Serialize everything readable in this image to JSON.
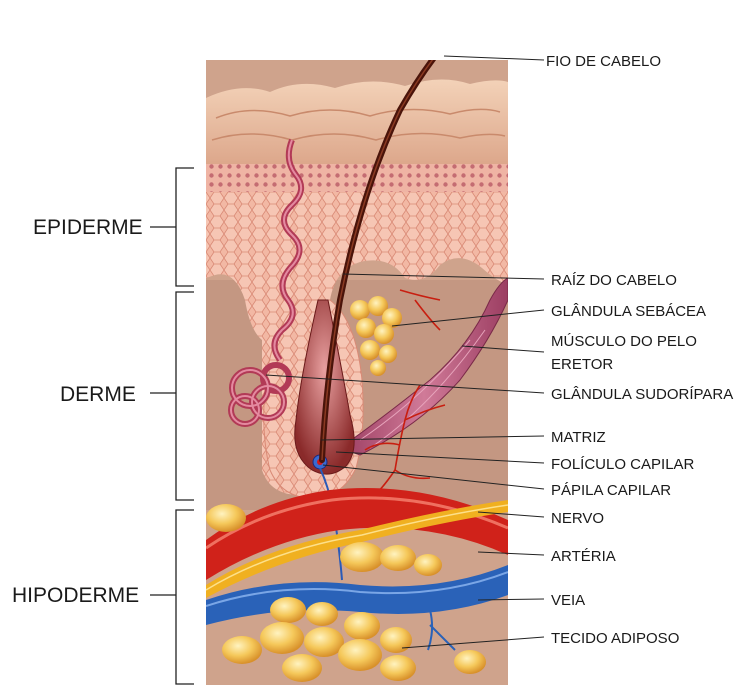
{
  "layers": {
    "epiderme": "EPIDERME",
    "derme": "DERME",
    "hipoderme": "HIPODERME"
  },
  "labels": {
    "fio_de_cabelo": "FIO DE CABELO",
    "raiz_do_cabelo": "RAÍZ DO CABELO",
    "glandula_sebacea": "GLÂNDULA SEBÁCEA",
    "musculo_line1": "MÚSCULO DO PELO",
    "musculo_line2": "ERETOR",
    "glandula_sudoripara": "GLÂNDULA SUDORÍPARA",
    "matriz": "MATRIZ",
    "foliculo_capilar": "FOLÍCULO CAPILAR",
    "papila_capilar": "PÁPILA CAPILAR",
    "nervo": "NERVO",
    "arteria": "ARTÉRIA",
    "veia": "VEIA",
    "tecido_adiposo": "TECIDO ADIPOSO"
  },
  "colors": {
    "surface": "#e9b99a",
    "epidermis_cells": "#f2b8a4",
    "dermis": "#c89a85",
    "hypodermis": "#d3a98f",
    "hair": "#5a1a0e",
    "follicle": "#b04a4a",
    "sweat_gland": "#c0506a",
    "muscle": "#b45a78",
    "sebaceous": "#f4c44a",
    "artery": "#d0221a",
    "vein": "#2a62b8",
    "nerve": "#f0b020",
    "fat": "#f2c35a",
    "capillary": "#c81e10"
  }
}
